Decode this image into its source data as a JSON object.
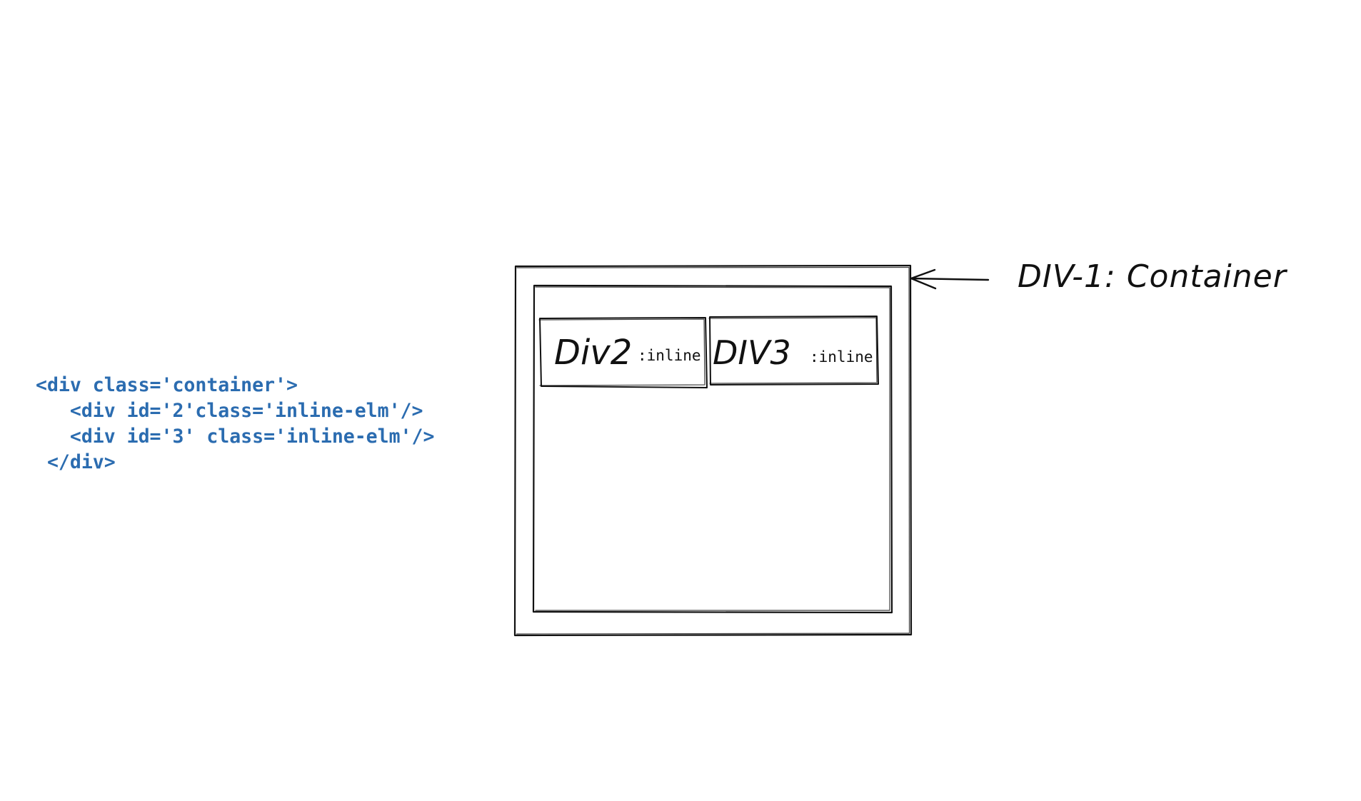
{
  "code": {
    "lines": [
      "<div class='container'>",
      "   <div id='2'class='inline-elm'/>",
      "   <div id='3' class='inline-elm'/>",
      " </div>"
    ]
  },
  "diagram": {
    "container_label": "DIV-1: Container",
    "div2": {
      "name": "Div2",
      "display": ":inline"
    },
    "div3": {
      "name": "DIV3",
      "display": ":inline"
    }
  },
  "colors": {
    "code": "#2b6cb0",
    "ink": "#111111",
    "background": "#ffffff"
  }
}
